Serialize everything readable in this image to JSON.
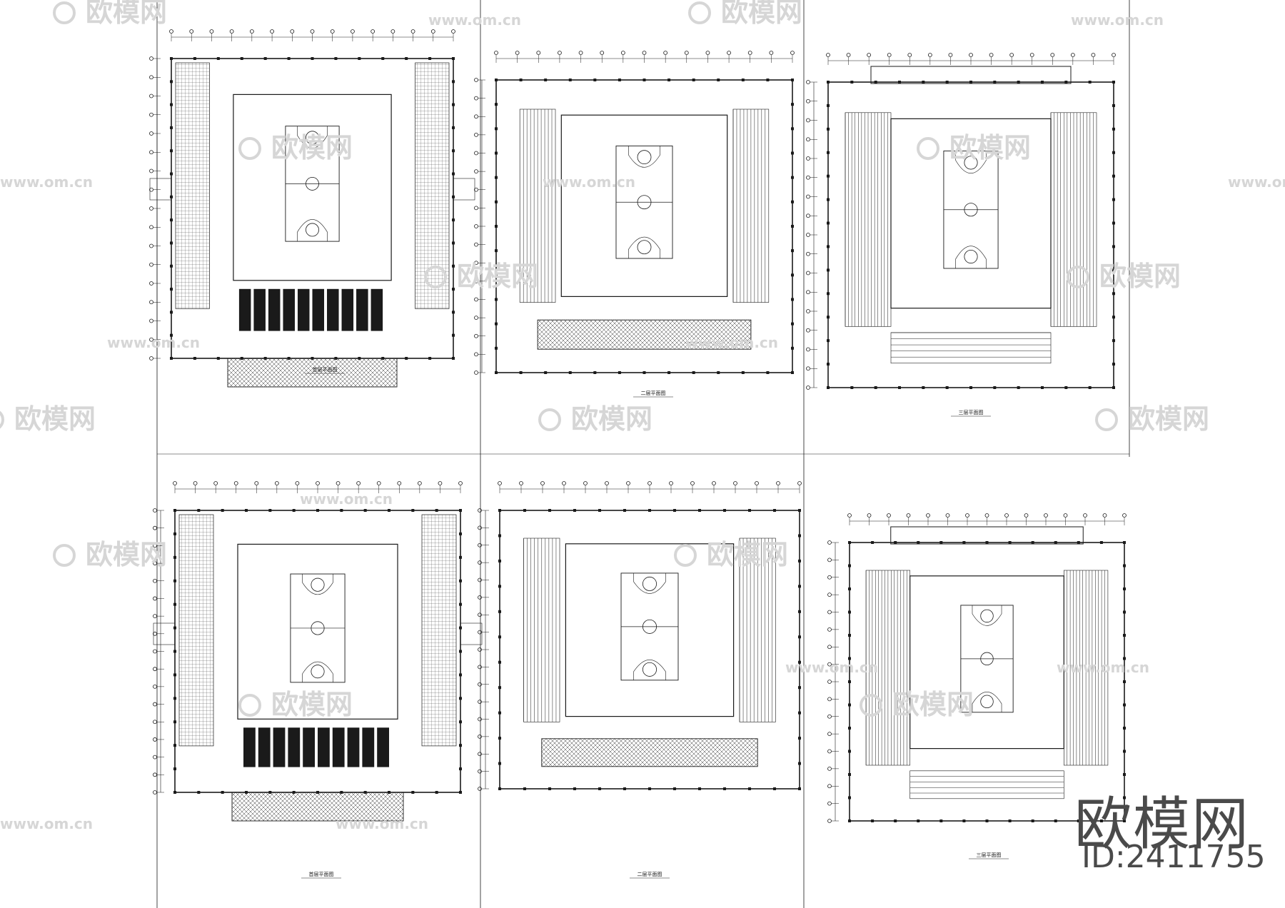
{
  "watermark": {
    "logo_text": "欧模网",
    "site_text": "www.om.cn"
  },
  "brand": {
    "name": "欧模网",
    "id_label": "ID:2411755"
  },
  "sheet": {
    "stroke": "#1a1a1a",
    "grid": "#9a9a9a",
    "watermark_color": "#d6d6d6"
  },
  "plans": [
    {
      "caption": "首层平面图"
    },
    {
      "caption": "二层平面图"
    },
    {
      "caption": "三层平面图"
    },
    {
      "caption": "首层平面图"
    },
    {
      "caption": "二层平面图"
    },
    {
      "caption": "三层平面图"
    }
  ]
}
